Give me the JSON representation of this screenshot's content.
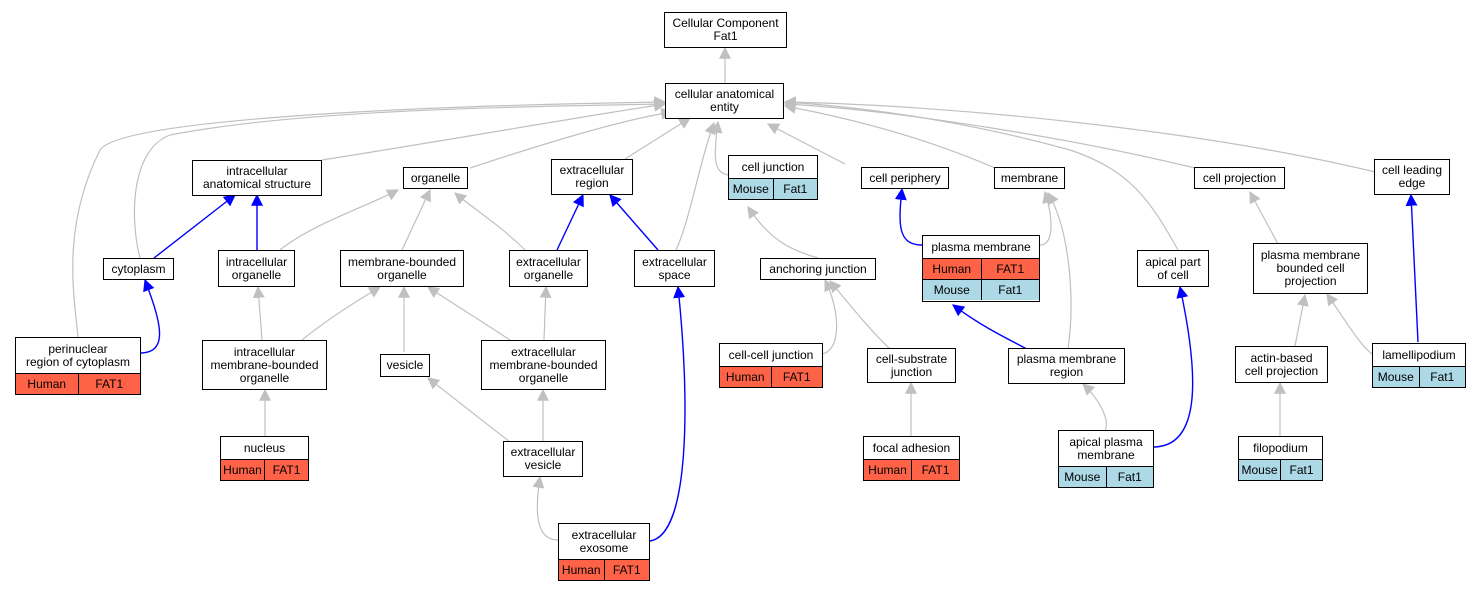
{
  "colors": {
    "gray_edge": "#c0c0c0",
    "blue_edge": "#0000ff",
    "human": "#ff6347",
    "mouse": "#add8e6"
  },
  "nodes": {
    "root": {
      "label": "Cellular Component\nFat1"
    },
    "cae": {
      "label": "cellular anatomical\nentity"
    },
    "ias": {
      "label": "intracellular\nanatomical structure"
    },
    "organelle": {
      "label": "organelle"
    },
    "extreg": {
      "label": "extracellular\nregion"
    },
    "celljunction": {
      "label": "cell junction",
      "tags": [
        "Mouse",
        "Fat1"
      ]
    },
    "periphery": {
      "label": "cell periphery"
    },
    "membrane": {
      "label": "membrane"
    },
    "cellproj": {
      "label": "cell projection"
    },
    "leadingedge": {
      "label": "cell leading\nedge"
    },
    "cytoplasm": {
      "label": "cytoplasm"
    },
    "intorg": {
      "label": "intracellular\norganelle"
    },
    "mbo": {
      "label": "membrane-bounded\norganelle"
    },
    "extorg": {
      "label": "extracellular\norganelle"
    },
    "extspace": {
      "label": "extracellular\nspace"
    },
    "anchoring": {
      "label": "anchoring junction"
    },
    "plasmamem": {
      "label": "plasma membrane",
      "tags": [
        "Human",
        "FAT1",
        "Mouse",
        "Fat1"
      ]
    },
    "apicalpart": {
      "label": "apical part\nof cell"
    },
    "pmbcp": {
      "label": "plasma membrane\nbounded cell\nprojection"
    },
    "perinuclear": {
      "label": "perinuclear\nregion of cytoplasm",
      "tags": [
        "Human",
        "FAT1"
      ]
    },
    "imbo": {
      "label": "intracellular\nmembrane-bounded\norganelle"
    },
    "vesicle": {
      "label": "vesicle"
    },
    "embo": {
      "label": "extracellular\nmembrane-bounded\norganelle"
    },
    "ccj": {
      "label": "cell-cell junction",
      "tags": [
        "Human",
        "FAT1"
      ]
    },
    "csj": {
      "label": "cell-substrate\njunction"
    },
    "pmregion": {
      "label": "plasma membrane\nregion"
    },
    "actin": {
      "label": "actin-based\ncell projection"
    },
    "lamellipodium": {
      "label": "lamellipodium",
      "tags": [
        "Mouse",
        "Fat1"
      ]
    },
    "nucleus": {
      "label": "nucleus",
      "tags": [
        "Human",
        "FAT1"
      ]
    },
    "extvesicle": {
      "label": "extracellular\nvesicle"
    },
    "focal": {
      "label": "focal adhesion",
      "tags": [
        "Human",
        "FAT1"
      ]
    },
    "apicalpm": {
      "label": "apical plasma\nmembrane",
      "tags": [
        "Mouse",
        "Fat1"
      ]
    },
    "filopodium": {
      "label": "filopodium",
      "tags": [
        "Mouse",
        "Fat1"
      ]
    },
    "exosome": {
      "label": "extracellular\nexosome",
      "tags": [
        "Human",
        "FAT1"
      ]
    }
  }
}
